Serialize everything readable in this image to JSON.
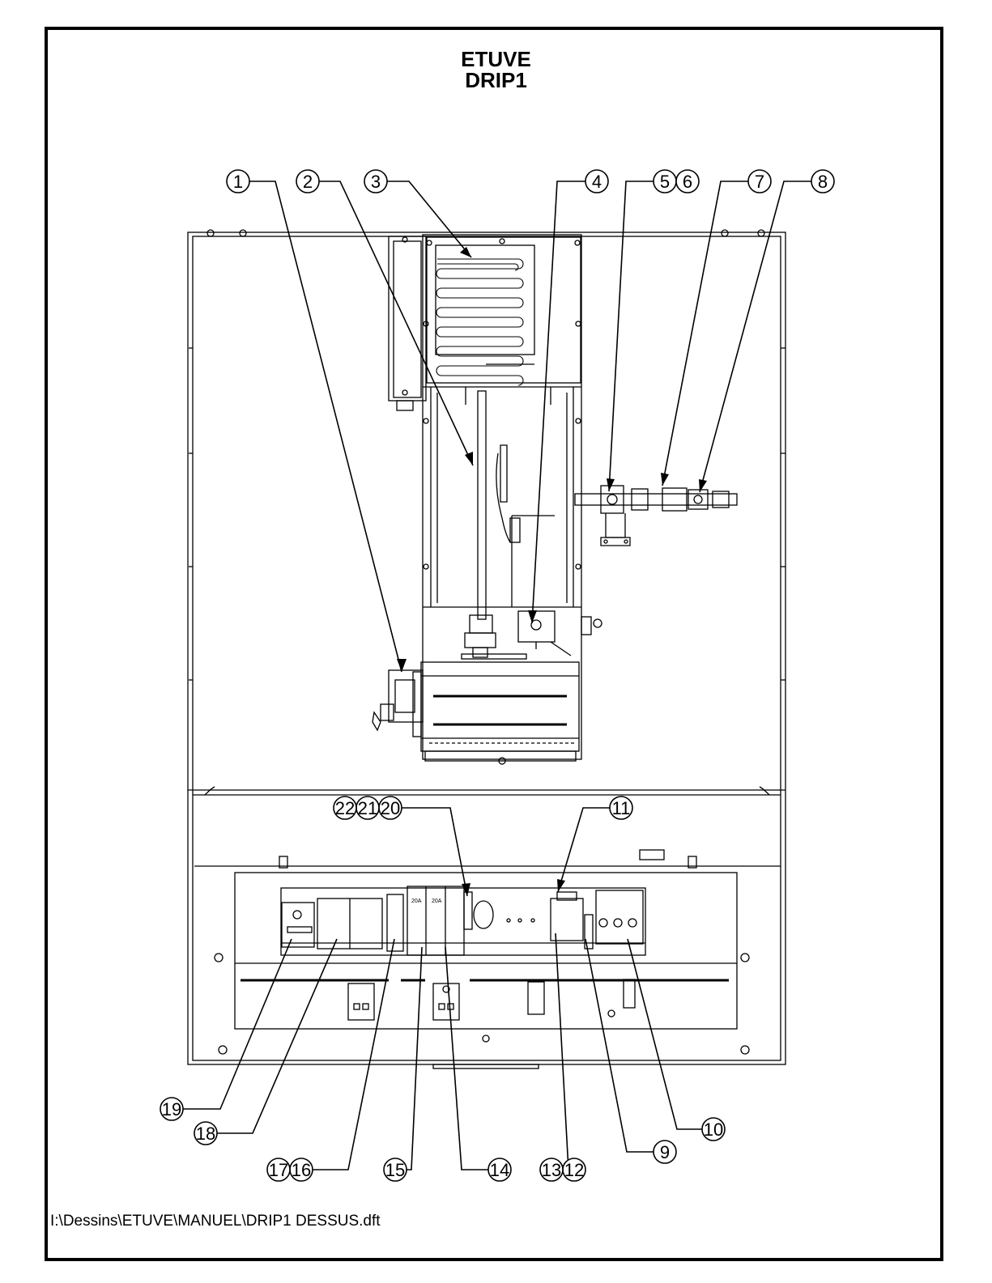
{
  "title": {
    "line1": "ETUVE",
    "line2": "DRIP1"
  },
  "file_path": "I:\\Dessins\\ETUVE\\MANUEL\\DRIP1 DESSUS.dft",
  "callouts": [
    {
      "label": "1"
    },
    {
      "label": "2"
    },
    {
      "label": "3"
    },
    {
      "label": "4"
    },
    {
      "label": "5"
    },
    {
      "label": "6"
    },
    {
      "label": "7"
    },
    {
      "label": "8"
    },
    {
      "label": "9"
    },
    {
      "label": "10"
    },
    {
      "label": "11"
    },
    {
      "label": "12"
    },
    {
      "label": "13"
    },
    {
      "label": "14"
    },
    {
      "label": "15"
    },
    {
      "label": "16"
    },
    {
      "label": "17"
    },
    {
      "label": "18"
    },
    {
      "label": "19"
    },
    {
      "label": "20"
    },
    {
      "label": "21"
    },
    {
      "label": "22"
    }
  ],
  "breaker_labels": {
    "b1": "20A",
    "b2": "20A"
  }
}
